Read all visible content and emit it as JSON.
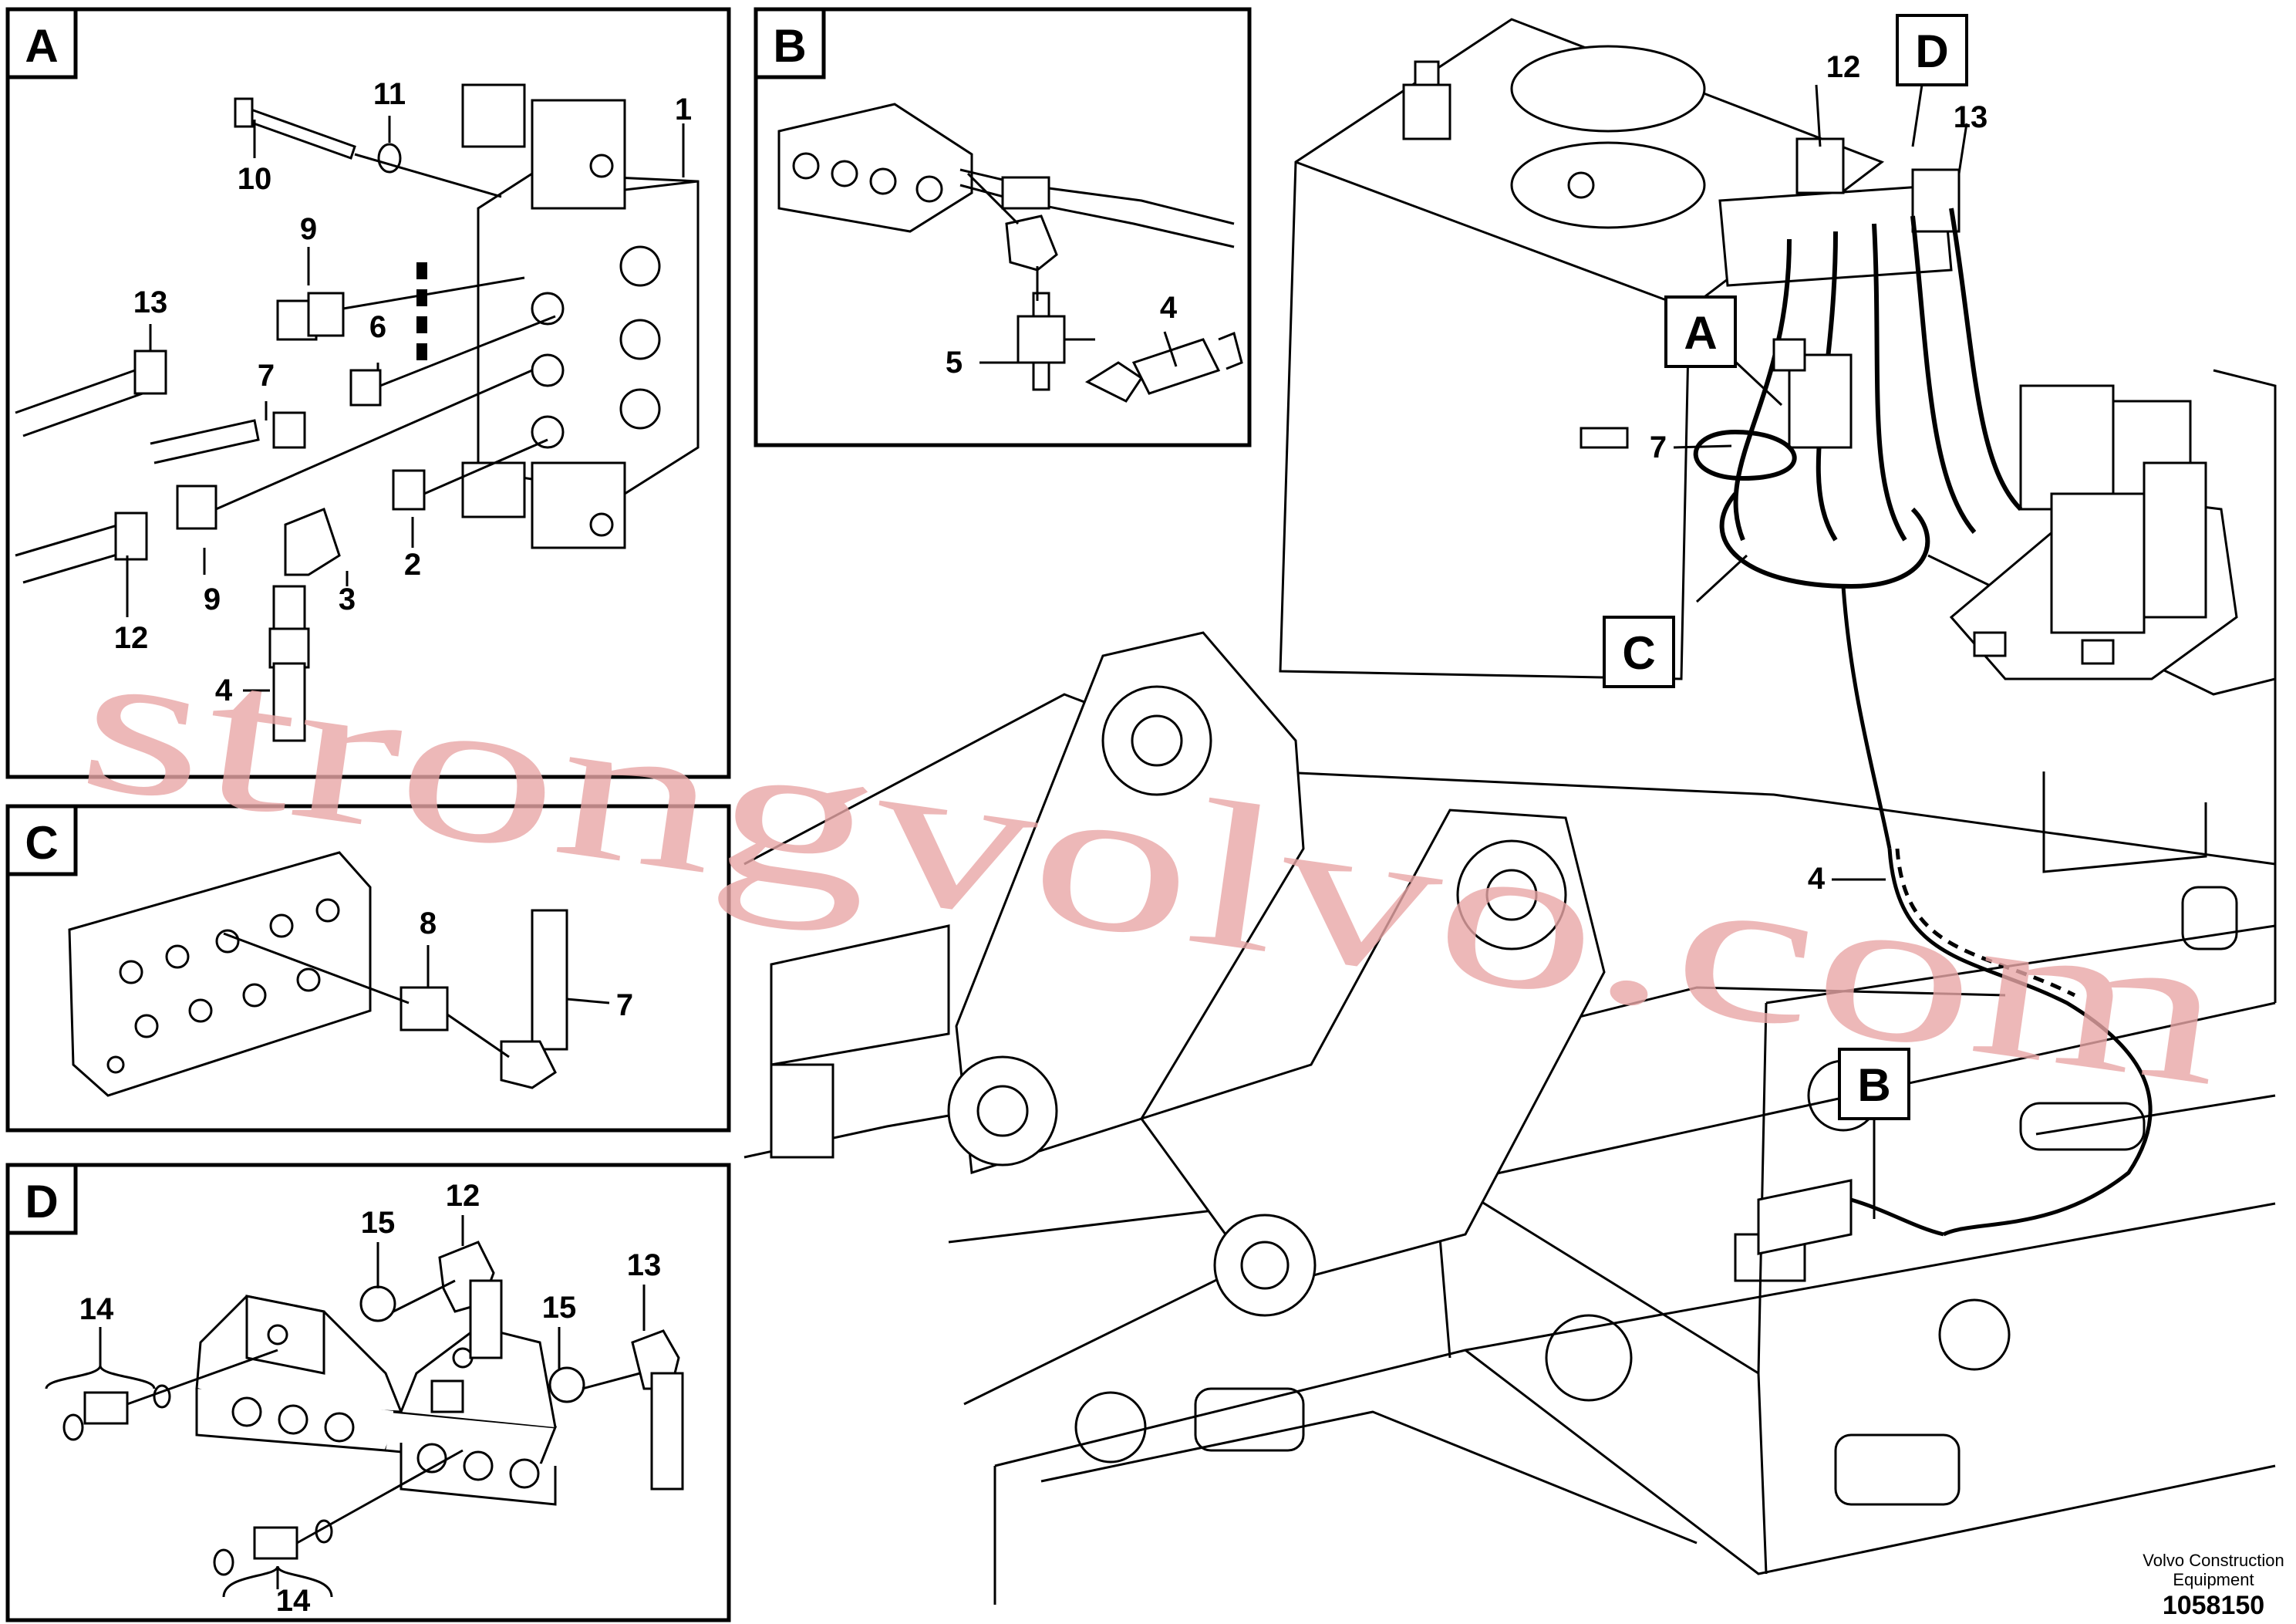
{
  "panels": {
    "A": {
      "letter": "A",
      "callouts": [
        "1",
        "2",
        "3",
        "4",
        "6",
        "7",
        "9",
        "9",
        "10",
        "11",
        "12",
        "13"
      ]
    },
    "B": {
      "letter": "B",
      "callouts": [
        "4",
        "5"
      ]
    },
    "C": {
      "letter": "C",
      "callouts": [
        "7",
        "8"
      ]
    },
    "D": {
      "letter": "D",
      "callouts": [
        "12",
        "13",
        "14",
        "14",
        "15",
        "15"
      ]
    }
  },
  "main_view": {
    "callouts": {
      "A": "A",
      "B": "B",
      "C": "C",
      "D": "D",
      "n12": "12",
      "n13": "13",
      "n7": "7",
      "n4": "4"
    }
  },
  "watermark": "strongvolvo.com",
  "footer": {
    "company_line1": "Volvo Construction",
    "company_line2": "Equipment",
    "drawing_number": "1058150"
  }
}
